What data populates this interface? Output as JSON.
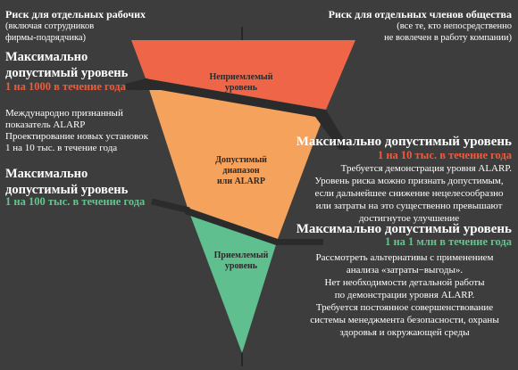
{
  "left_header": {
    "title": "Риск для отдельных рабочих",
    "subtitle_line1": "(включая сотрудников",
    "subtitle_line2": "фирмы-подрядчика)"
  },
  "right_header": {
    "title": "Риск для отдельных членов общества",
    "subtitle_line1": "(все те, кто непосредственно",
    "subtitle_line2": "не вовлечен в работу компании)"
  },
  "left_upper": {
    "title_line1": "Максимально",
    "title_line2": "допустимый уровень",
    "value": "1 на 1000 в течение года"
  },
  "left_middle": {
    "line1": "Международно признанный",
    "line2": "показатель ALARP",
    "line3": "Проектирование новых установок",
    "line4": "1 на 10 тыс. в течение года"
  },
  "left_lower": {
    "title_line1": "Максимально",
    "title_line2": "допустимый уровень",
    "value": "1 на 100 тыс. в течение года"
  },
  "zones": {
    "top_line1": "Неприемлемый",
    "top_line2": "уровень",
    "middle_line1": "Допустимый",
    "middle_line2": "диапазон",
    "middle_line3": "или ALARP",
    "bottom_line1": "Приемлемый",
    "bottom_line2": "уровень"
  },
  "right_upper": {
    "title": "Максимально допустимый уровень",
    "value": "1 на 10 тыс. в течение года",
    "line1": "Требуется демонстрация уровня ALARP.",
    "line2": "Уровень риска можно признать допустимым,",
    "line3": "если дальнейшее снижение нецелесообразно",
    "line4": "или затраты на это существенно превышают",
    "line5": "достигнутое улучшение"
  },
  "right_lower": {
    "title": "Максимально допустимый уровень",
    "value": "1 на 1 млн в течение года",
    "line1": "Рассмотреть альтернативы с применением",
    "line2": "анализа «затраты−выгоды».",
    "line3": "Нет необходимости детальной работы",
    "line4": "по демонстрации уровня ALARP.",
    "line5": "Требуется постоянное совершенствование",
    "line6": "системы менеджмента безопасности, охраны",
    "line7": "здоровья и окружающей среды"
  },
  "colors": {
    "background": "#3d3d3d",
    "unacceptable": "#ef6547",
    "alarp": "#f5a25d",
    "acceptable": "#5fbf8e",
    "red_text": "#f05a3c",
    "green_text": "#63c48c"
  }
}
